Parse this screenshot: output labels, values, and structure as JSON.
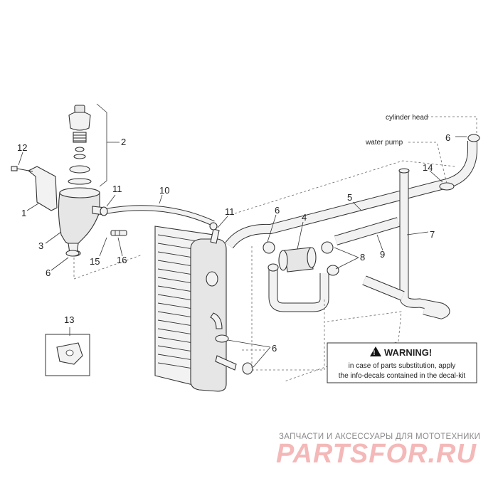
{
  "callouts": {
    "c1": "1",
    "c2": "2",
    "c3": "3",
    "c4": "4",
    "c5": "5",
    "c6a": "6",
    "c6b": "6",
    "c6c": "6",
    "c6d": "6",
    "c7": "7",
    "c8": "8",
    "c9": "9",
    "c10": "10",
    "c11a": "11",
    "c11b": "11",
    "c12": "12",
    "c13": "13",
    "c14": "14",
    "c15": "15",
    "c16": "16"
  },
  "labels": {
    "cylinder_head": "cylinder head",
    "water_pump": "water pump"
  },
  "warning": {
    "title": "WARNING!",
    "line1": "in case of parts substitution, apply",
    "line2": "the info-decals contained in the decal-kit"
  },
  "watermark": {
    "line1": "ЗАПЧАСТИ И АКСЕССУАРЫ ДЛЯ МОТОТЕХНИКИ",
    "brand": "PARTSFOR.RU"
  },
  "colors": {
    "line": "#333333",
    "part_fill": "#f2f2f2",
    "watermark_brand": "#f4b8b8"
  }
}
